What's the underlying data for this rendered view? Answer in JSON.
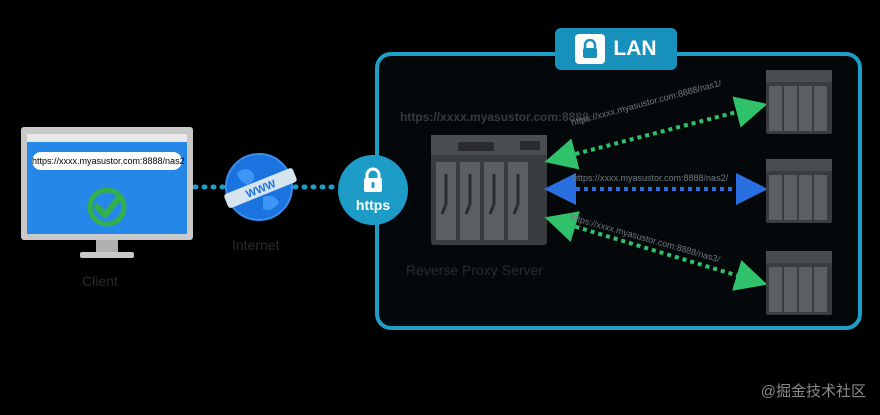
{
  "lan": {
    "label": "LAN"
  },
  "client": {
    "url": "https://xxxx.myasustor.com:8888/nas2",
    "label": "Client"
  },
  "internet": {
    "label": "Internet",
    "globe_text": "WWW"
  },
  "https": {
    "label": "https"
  },
  "server": {
    "url": "https://xxxx.myasustor.com:8888",
    "label": "Reverse Proxy Server"
  },
  "links": [
    {
      "url": "https://xxxx.myasustor.com:8888/nas1/",
      "color": "#2fc26a"
    },
    {
      "url": "https://xxxx.myasustor.com:8888/nas2/",
      "color": "#2a6fe0"
    },
    {
      "url": "https://xxxx.myasustor.com:8888/nas3/",
      "color": "#2fc26a"
    }
  ],
  "watermark": "@掘金技术社区",
  "colors": {
    "accent": "#1f9fc6",
    "screen": "#2588e8",
    "check": "#33b04a"
  }
}
